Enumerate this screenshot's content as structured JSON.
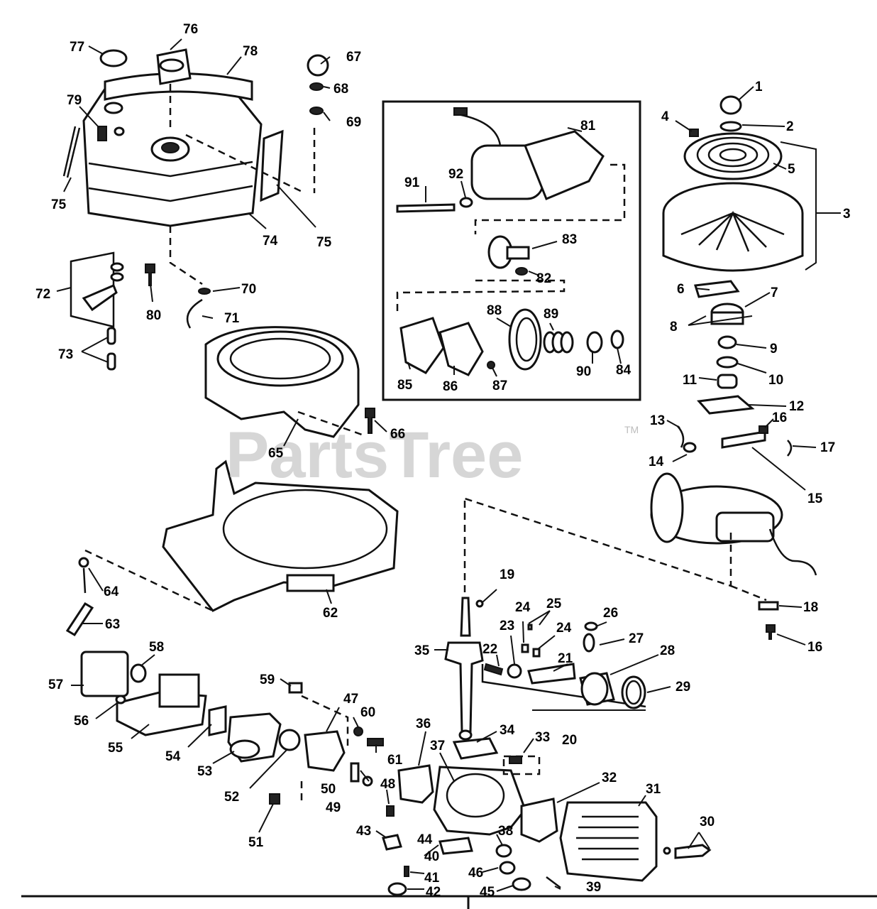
{
  "watermark": {
    "text": "PartsTree",
    "trademark": "TM"
  },
  "callouts": [
    {
      "id": "c1",
      "text": "1"
    },
    {
      "id": "c2",
      "text": "2"
    },
    {
      "id": "c3",
      "text": "3"
    },
    {
      "id": "c4",
      "text": "4"
    },
    {
      "id": "c5",
      "text": "5"
    },
    {
      "id": "c6",
      "text": "6"
    },
    {
      "id": "c7",
      "text": "7"
    },
    {
      "id": "c8",
      "text": "8"
    },
    {
      "id": "c9",
      "text": "9"
    },
    {
      "id": "c10",
      "text": "10"
    },
    {
      "id": "c11",
      "text": "11"
    },
    {
      "id": "c12",
      "text": "12"
    },
    {
      "id": "c13",
      "text": "13"
    },
    {
      "id": "c14",
      "text": "14"
    },
    {
      "id": "c15",
      "text": "15"
    },
    {
      "id": "c16a",
      "text": "16"
    },
    {
      "id": "c16b",
      "text": "16"
    },
    {
      "id": "c17",
      "text": "17"
    },
    {
      "id": "c18",
      "text": "18"
    },
    {
      "id": "c19",
      "text": "19"
    },
    {
      "id": "c20",
      "text": "20"
    },
    {
      "id": "c21",
      "text": "21"
    },
    {
      "id": "c22",
      "text": "22"
    },
    {
      "id": "c23",
      "text": "23"
    },
    {
      "id": "c24a",
      "text": "24"
    },
    {
      "id": "c24b",
      "text": "24"
    },
    {
      "id": "c25",
      "text": "25"
    },
    {
      "id": "c26",
      "text": "26"
    },
    {
      "id": "c27",
      "text": "27"
    },
    {
      "id": "c28",
      "text": "28"
    },
    {
      "id": "c29",
      "text": "29"
    },
    {
      "id": "c30",
      "text": "30"
    },
    {
      "id": "c31",
      "text": "31"
    },
    {
      "id": "c32",
      "text": "32"
    },
    {
      "id": "c33",
      "text": "33"
    },
    {
      "id": "c34",
      "text": "34"
    },
    {
      "id": "c35",
      "text": "35"
    },
    {
      "id": "c36",
      "text": "36"
    },
    {
      "id": "c37",
      "text": "37"
    },
    {
      "id": "c38",
      "text": "38"
    },
    {
      "id": "c39",
      "text": "39"
    },
    {
      "id": "c40",
      "text": "40"
    },
    {
      "id": "c41",
      "text": "41"
    },
    {
      "id": "c42",
      "text": "42"
    },
    {
      "id": "c43",
      "text": "43"
    },
    {
      "id": "c44",
      "text": "44"
    },
    {
      "id": "c45",
      "text": "45"
    },
    {
      "id": "c46",
      "text": "46"
    },
    {
      "id": "c47",
      "text": "47"
    },
    {
      "id": "c48",
      "text": "48"
    },
    {
      "id": "c49",
      "text": "49"
    },
    {
      "id": "c50",
      "text": "50"
    },
    {
      "id": "c51",
      "text": "51"
    },
    {
      "id": "c52",
      "text": "52"
    },
    {
      "id": "c53",
      "text": "53"
    },
    {
      "id": "c54",
      "text": "54"
    },
    {
      "id": "c55",
      "text": "55"
    },
    {
      "id": "c56",
      "text": "56"
    },
    {
      "id": "c57",
      "text": "57"
    },
    {
      "id": "c58",
      "text": "58"
    },
    {
      "id": "c59",
      "text": "59"
    },
    {
      "id": "c60",
      "text": "60"
    },
    {
      "id": "c61",
      "text": "61"
    },
    {
      "id": "c62",
      "text": "62"
    },
    {
      "id": "c63",
      "text": "63"
    },
    {
      "id": "c64",
      "text": "64"
    },
    {
      "id": "c65",
      "text": "65"
    },
    {
      "id": "c66",
      "text": "66"
    },
    {
      "id": "c67",
      "text": "67"
    },
    {
      "id": "c68",
      "text": "68"
    },
    {
      "id": "c69",
      "text": "69"
    },
    {
      "id": "c70",
      "text": "70"
    },
    {
      "id": "c71",
      "text": "71"
    },
    {
      "id": "c72",
      "text": "72"
    },
    {
      "id": "c73",
      "text": "73"
    },
    {
      "id": "c74",
      "text": "74"
    },
    {
      "id": "c75a",
      "text": "75"
    },
    {
      "id": "c75b",
      "text": "75"
    },
    {
      "id": "c76",
      "text": "76"
    },
    {
      "id": "c77",
      "text": "77"
    },
    {
      "id": "c78",
      "text": "78"
    },
    {
      "id": "c79",
      "text": "79"
    },
    {
      "id": "c80",
      "text": "80"
    },
    {
      "id": "c81",
      "text": "81"
    },
    {
      "id": "c82",
      "text": "82"
    },
    {
      "id": "c83",
      "text": "83"
    },
    {
      "id": "c84",
      "text": "84"
    },
    {
      "id": "c85",
      "text": "85"
    },
    {
      "id": "c86",
      "text": "86"
    },
    {
      "id": "c87",
      "text": "87"
    },
    {
      "id": "c88",
      "text": "88"
    },
    {
      "id": "c89",
      "text": "89"
    },
    {
      "id": "c90",
      "text": "90"
    },
    {
      "id": "c91",
      "text": "91"
    },
    {
      "id": "c92",
      "text": "92"
    }
  ]
}
